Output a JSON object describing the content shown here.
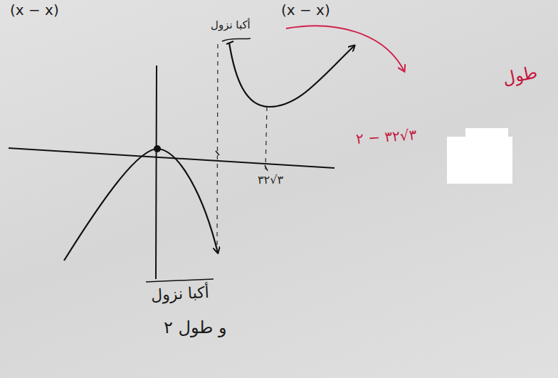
{
  "diagram": {
    "labels": [
      "(x − x)",
      "(x − x)",
      "أكبا نزول",
      "طول",
      "٣√٣٢ − ٢",
      "٣√٣٢",
      "أكبا نزول",
      "و طول ٢"
    ]
  }
}
